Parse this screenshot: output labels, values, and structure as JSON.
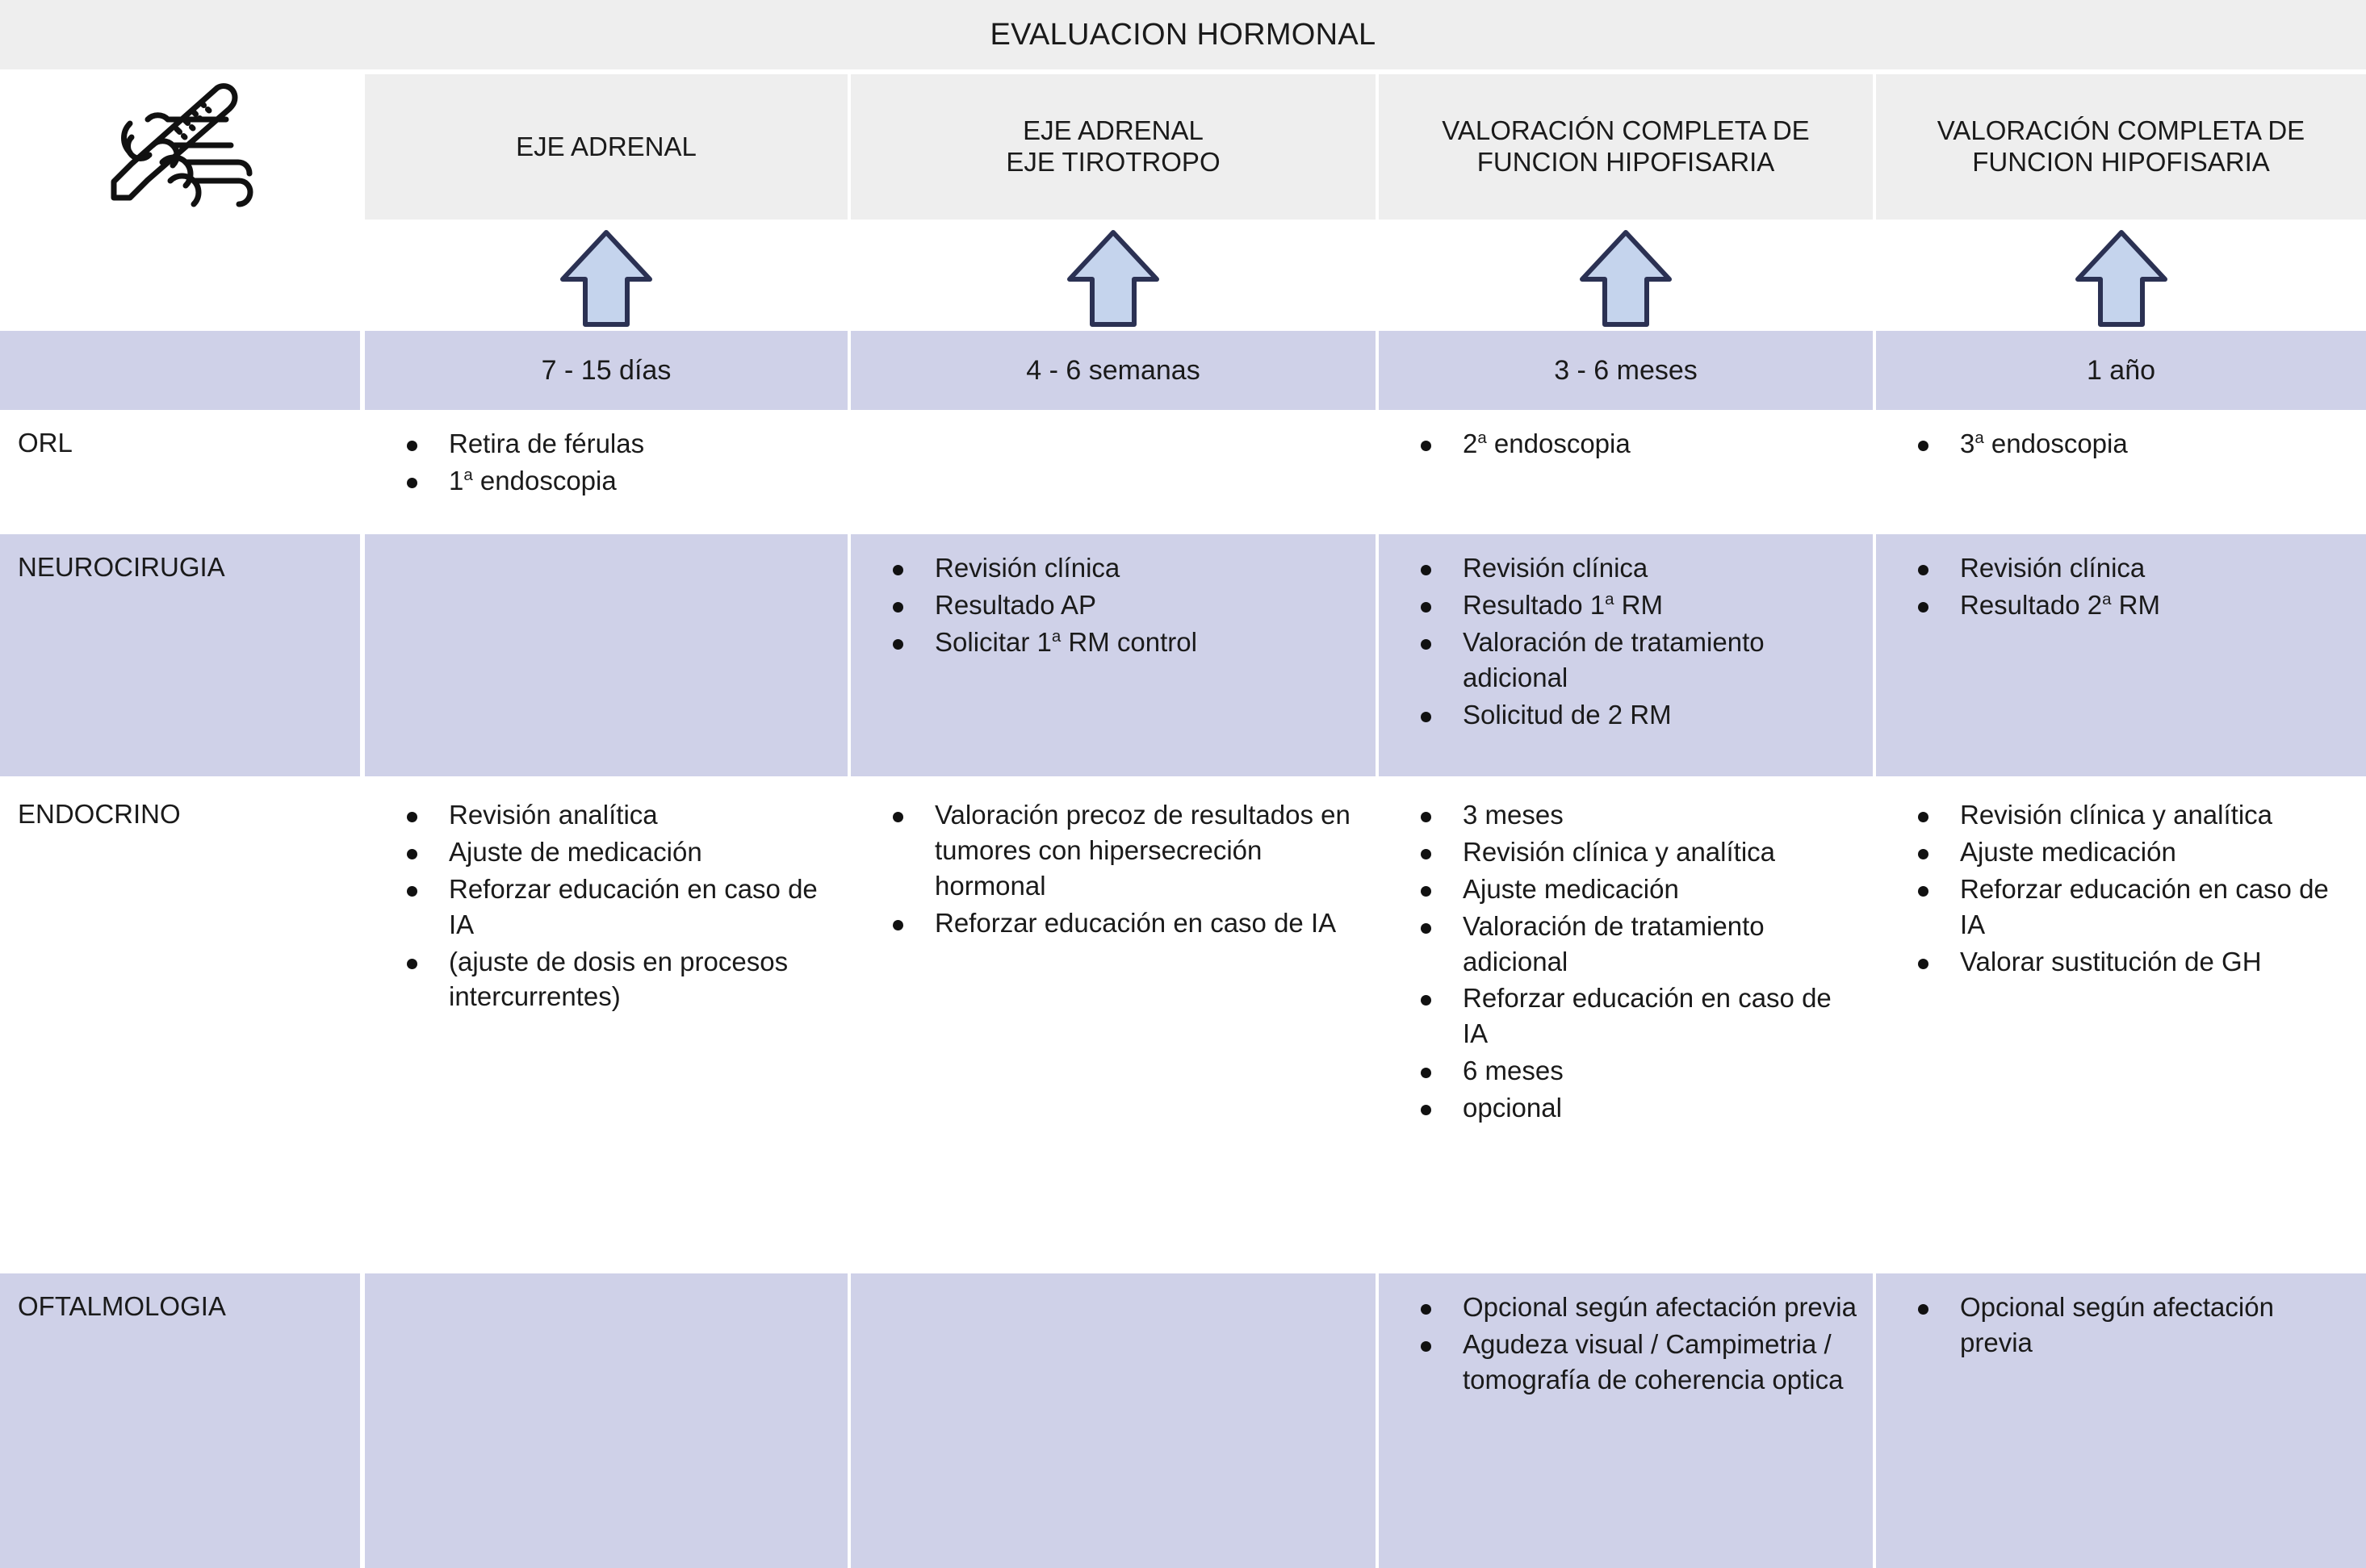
{
  "banner": {
    "title": "EVALUACION HORMONAL"
  },
  "icon": {
    "name": "hand-holding-syringe-icon"
  },
  "colors": {
    "banner_bg": "#eeeeee",
    "header_box_bg": "#eeeeee",
    "time_band_bg": "#cfd1e8",
    "row_shade_bg": "#cfd1e8",
    "arrow_fill": "#c5d4ed",
    "arrow_stroke": "#2b3153",
    "text": "#1a1a1a"
  },
  "header_columns": [
    {
      "line1": "EJE ADRENAL",
      "line2": ""
    },
    {
      "line1": "EJE ADRENAL",
      "line2": "EJE TIROTROPO"
    },
    {
      "line1": "VALORACIÓN COMPLETA DE",
      "line2": "FUNCION HIPOFISARIA"
    },
    {
      "line1": "VALORACIÓN COMPLETA DE",
      "line2": "FUNCION HIPOFISARIA"
    }
  ],
  "arrows": [
    {
      "name": "up-arrow-icon-1"
    },
    {
      "name": "up-arrow-icon-2"
    },
    {
      "name": "up-arrow-icon-3"
    },
    {
      "name": "up-arrow-icon-4"
    }
  ],
  "time_band": {
    "corner": "",
    "periods": [
      "7 - 15 días",
      "4 - 6 semanas",
      "3 - 6 meses",
      "1 año"
    ]
  },
  "rows": [
    {
      "label": "ORL",
      "shaded": false,
      "cells": [
        [
          "Retira de férulas",
          "1ª endoscopia"
        ],
        [],
        [
          "2ª endoscopia"
        ],
        [
          "3ª endoscopia"
        ]
      ]
    },
    {
      "label": "NEUROCIRUGIA",
      "shaded": true,
      "cells": [
        [],
        [
          "Revisión clínica",
          "Resultado AP",
          "Solicitar 1ª RM control"
        ],
        [
          "Revisión clínica",
          "Resultado 1ª RM",
          "Valoración de tratamiento adicional",
          "Solicitud de 2 RM"
        ],
        [
          "Revisión clínica",
          "Resultado 2ª RM"
        ]
      ]
    },
    {
      "label": "ENDOCRINO",
      "shaded": false,
      "cells": [
        [
          "Revisión analítica",
          "Ajuste de medicación",
          "Reforzar educación en caso de IA",
          "(ajuste de dosis en procesos intercurrentes)"
        ],
        [
          "Valoración precoz de resultados en tumores con hipersecreción hormonal",
          "Reforzar educación en caso de IA"
        ],
        [
          "3 meses",
          "Revisión clínica y analítica",
          "Ajuste medicación",
          "Valoración de tratamiento adicional",
          "Reforzar educación en caso de IA",
          "6 meses",
          "opcional"
        ],
        [
          "Revisión clínica y analítica",
          "Ajuste medicación",
          "Reforzar educación en caso de IA",
          "Valorar sustitución de GH"
        ]
      ]
    },
    {
      "label": "OFTALMOLOGIA",
      "shaded": true,
      "cells": [
        [],
        [],
        [
          "Opcional según afectación previa",
          "Agudeza visual / Campimetria / tomografía de coherencia optica"
        ],
        [
          "Opcional según afectación previa"
        ]
      ]
    }
  ]
}
